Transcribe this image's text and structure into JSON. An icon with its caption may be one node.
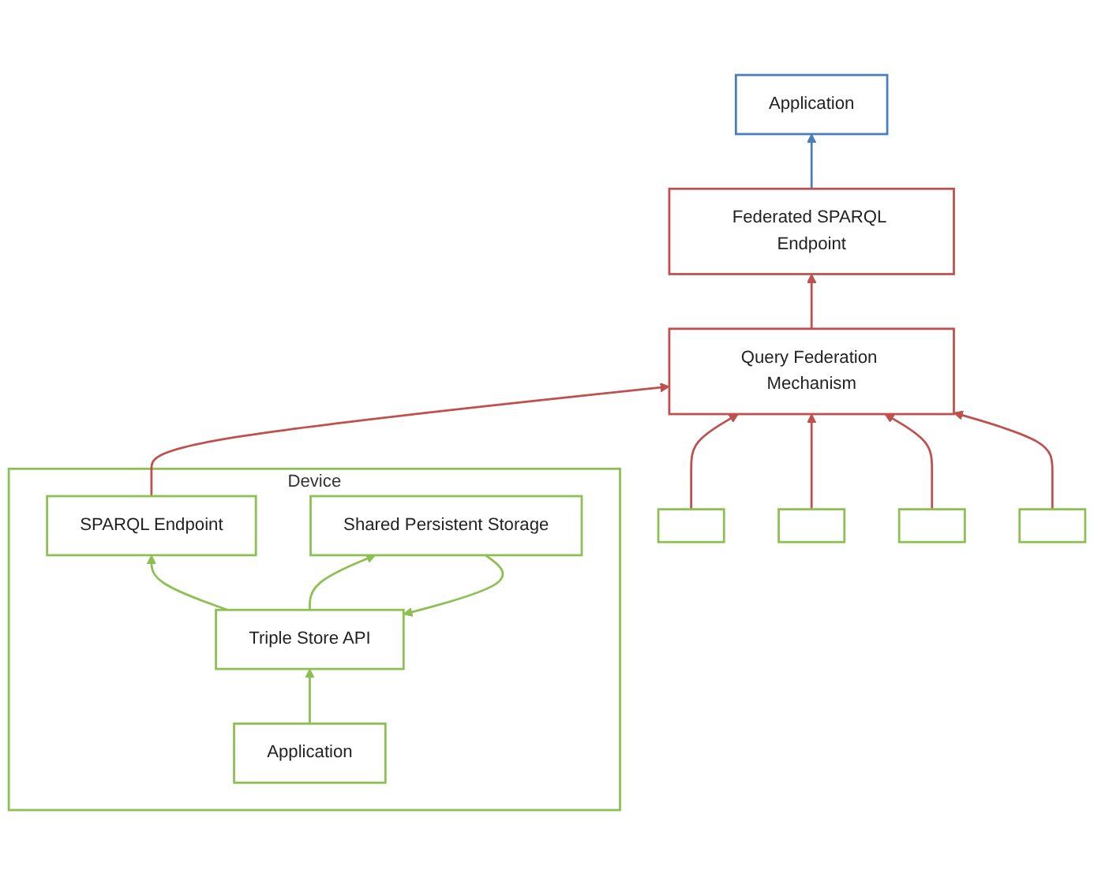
{
  "diagram": {
    "nodes": [
      {
        "text": [
          "Application"
        ]
      },
      {
        "text": [
          "Federated SPARQL Endpoint"
        ]
      },
      {
        "text": [
          "Query Federation Mechanism"
        ]
      },
      {
        "text": [
          "Device"
        ]
      },
      {
        "text": [
          "SPARQL Endpoint"
        ],
        "in": 3
      },
      {
        "text": [
          "Application"
        ],
        "in": 3
      },
      {
        "text": [
          "Triple Store API"
        ],
        "in": 3
      },
      {
        "text": [
          "Shared Persistent Storage"
        ],
        "in": 3
      },
      {
        "text": [],
        "shape": "box"
      },
      {
        "text": [],
        "shape": "box"
      },
      {
        "text": [],
        "shape": "box"
      },
      {
        "text": [],
        "shape": "box"
      }
    ],
    "edges": [
      {
        "from": 1,
        "to": 0,
        "arrow": "to",
        "color": "#4a7ebb"
      },
      {
        "from": 2,
        "to": 1,
        "arrow": "to"
      },
      {
        "from": 4,
        "to": 2,
        "arrow": "to"
      },
      {
        "from": 8,
        "to": 2,
        "arrow": "to"
      },
      {
        "from": 9,
        "to": 2,
        "arrow": "to"
      },
      {
        "from": 10,
        "to": 2,
        "arrow": "to"
      },
      {
        "from": 11,
        "to": 2,
        "arrow": "to"
      },
      {
        "from": 6,
        "to": 4,
        "arrow": "to",
        "color": "#8cc152"
      },
      {
        "from": 5,
        "to": 6,
        "arrow": "to",
        "color": "#8cc152"
      },
      {
        "from": 7,
        "to": 6,
        "arrow": "to",
        "color": "#8cc152"
      },
      {
        "from": 6,
        "to": 7,
        "arrow": "to",
        "color": "#8cc152"
      }
    ]
  }
}
